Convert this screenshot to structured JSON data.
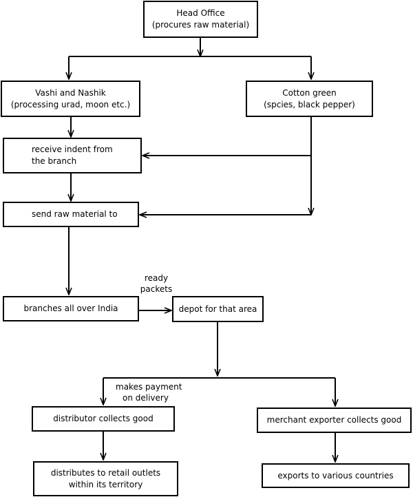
{
  "diagram": {
    "head_office": {
      "line1": "Head Office",
      "line2": "(procures raw material)"
    },
    "vashi_nashik": {
      "line1": "Vashi and Nashik",
      "line2": "(processing urad, moon etc.)"
    },
    "cotton_green": {
      "line1": "Cotton green",
      "line2": "(spcies, black pepper)"
    },
    "receive_indent": {
      "line1": "receive indent from",
      "line2": "the branch"
    },
    "send_raw_material": {
      "line1": "send raw material to"
    },
    "branches": {
      "line1": "branches all over India"
    },
    "depot": {
      "line1": "depot for that area"
    },
    "distributor": {
      "line1": "distributor collects good"
    },
    "merchant_exporter": {
      "line1": "merchant exporter collects good"
    },
    "retail": {
      "line1": "distributes to retail outlets",
      "line2": "within its territory"
    },
    "exports": {
      "line1": "exports to various countries"
    },
    "label_ready_packets": {
      "line1": "ready",
      "line2": "packets"
    },
    "label_payment": {
      "line1": "makes payment",
      "line2": "on delivery"
    }
  }
}
